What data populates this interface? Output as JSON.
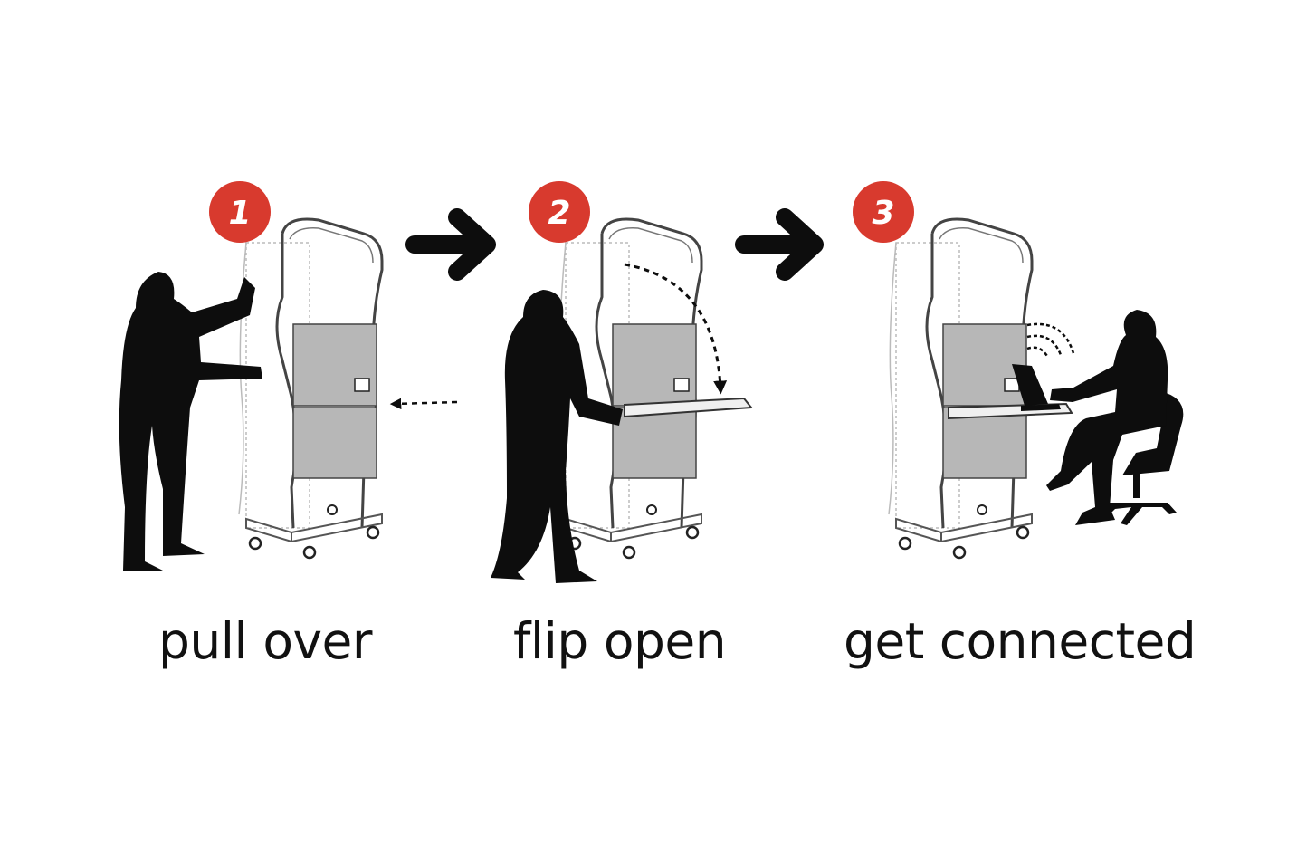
{
  "colors": {
    "badge": "#d83a2e",
    "ink": "#0d0d0d",
    "panel": "#b7b7b7",
    "frame_line": "#555555"
  },
  "steps": [
    {
      "number": "1",
      "label": "pull over"
    },
    {
      "number": "2",
      "label": "flip open"
    },
    {
      "number": "3",
      "label": "get connected"
    }
  ],
  "icons": [
    "arrow-right-icon",
    "person-pushing-icon",
    "person-standing-icon",
    "person-seated-icon",
    "laptop-icon",
    "office-chair-icon",
    "wifi-signal-icon",
    "dashed-arrow-icon"
  ]
}
